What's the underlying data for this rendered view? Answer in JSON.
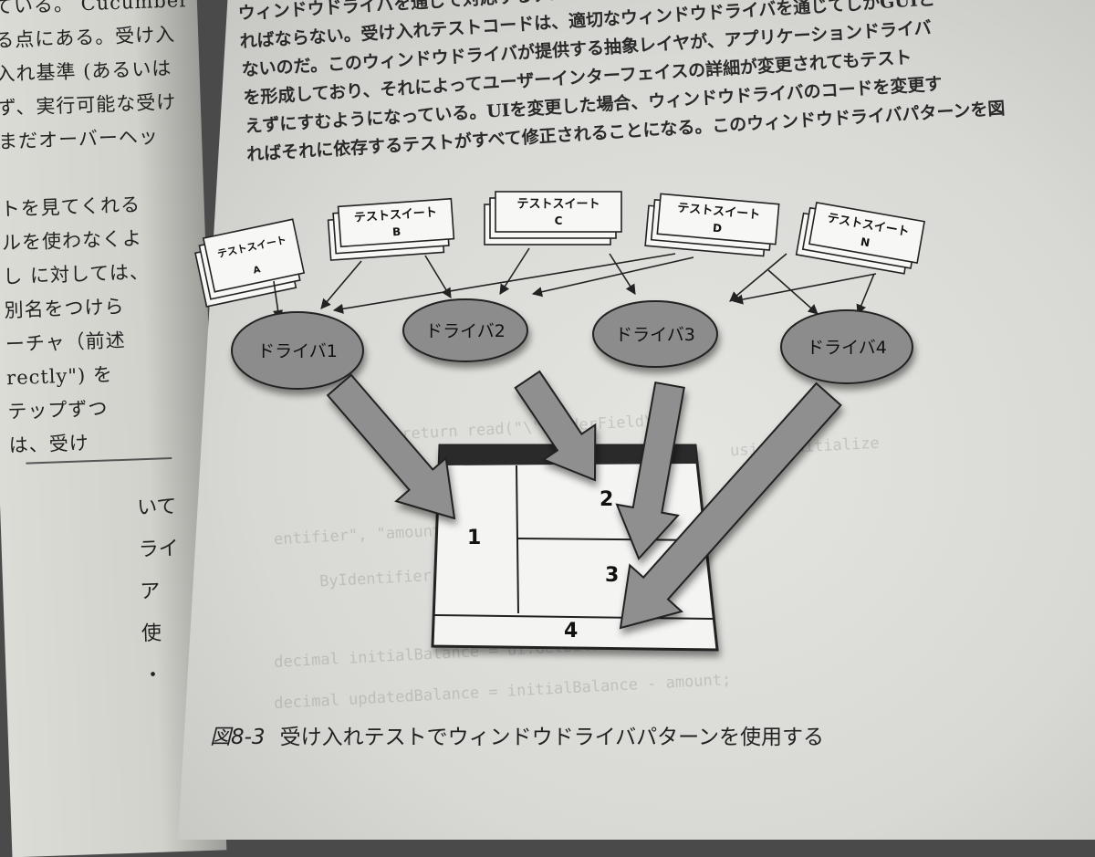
{
  "left_page": {
    "lines": [
      "ている。 Cucumber",
      "る点にある。受け入",
      "入れ基準 (あるいは",
      "ず、実行可能な受け",
      "まだオーバーヘッ",
      "",
      "トを見てくれる",
      "ルを使わなくよ",
      "し に対しては、",
      "別名をつけら",
      "ーチャ（前述",
      "rectly\") を",
      "テップずつ",
      "は、受け"
    ],
    "lower_lines": [
      "いて",
      "ライ",
      "ア",
      "使",
      "・"
    ]
  },
  "body_text": {
    "lines": [
      "ウィンドウドライバを通じて対応するデバイスドライバを",
      "ればならない。受け入れテストコードは、適切なウィンドウドライバを通じてしかGUIと",
      "ないのだ。このウィンドウドライバが提供する抽象レイヤが、アプリケーションドライバ",
      "を形成しており、それによってユーザーインターフェイスの詳細が変更されてもテスト",
      "えずにすむようになっている。UIを変更した場合、ウィンドウドライバのコードを変更す",
      "ればそれに依存するテストがすべて修正されることになる。このウィンドウドライバパターンを図"
    ]
  },
  "ghost_code": {
    "lines": [
      "using initialize",
      "    return read(\"\\\"senderField\\\");",
      "entifier\", \"amountField\"",
      "ByIdentifier(\"amountField\");",
      "decimal initialBalance = ui.GetBalance();",
      "decimal updatedBalance = initialBalance - amount;"
    ]
  },
  "diagram": {
    "suites": [
      {
        "title": "テストスイート",
        "id": "A"
      },
      {
        "title": "テストスイート",
        "id": "B"
      },
      {
        "title": "テストスイート",
        "id": "C"
      },
      {
        "title": "テストスイート",
        "id": "D"
      },
      {
        "title": "テストスイート",
        "id": "N"
      }
    ],
    "drivers": [
      "ドライバ1",
      "ドライバ2",
      "ドライバ3",
      "ドライバ4"
    ],
    "ui_regions": [
      "1",
      "2",
      "3",
      "4"
    ]
  },
  "caption": {
    "figure_number": "図8-3",
    "text": "受け入れテストでウィンドウドライバパターンを使用する"
  },
  "colors": {
    "page": "#dcdcd8",
    "ellipse_fill": "#8c8c8c",
    "arrow_fill": "#8f8f8f",
    "ink": "#111111"
  }
}
